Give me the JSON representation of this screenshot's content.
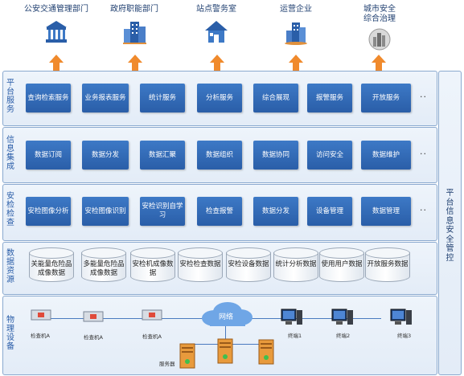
{
  "stakeholders": [
    {
      "label": "公安交通管理部门",
      "icon": "government-building-icon"
    },
    {
      "label": "政府职能部门",
      "icon": "office-buildings-icon"
    },
    {
      "label": "站点警务室",
      "icon": "house-icon"
    },
    {
      "label": "运营企业",
      "icon": "enterprise-buildings-icon"
    },
    {
      "label_line1": "城市安全",
      "label_line2": "综合治理",
      "icon": "city-globe-icon"
    }
  ],
  "governance_label": "平台信息安全管控",
  "layers": {
    "platform_services": {
      "title": "平台服务",
      "items": [
        "查询检索服务",
        "业务报表服务",
        "统计服务",
        "分析服务",
        "综合展现",
        "报警服务",
        "开放服务"
      ],
      "more": "··"
    },
    "info_integration": {
      "title": "信息集成",
      "items": [
        "数据订阅",
        "数据分发",
        "数据汇聚",
        "数据组织",
        "数据协同",
        "访问安全",
        "数据维护"
      ],
      "more": "··"
    },
    "security_check": {
      "title": "安检检查",
      "items": [
        "安检图像分析",
        "安检图像识别",
        "安检识别自学习",
        "检查报警",
        "数据分发",
        "设备管理",
        "数据管理"
      ],
      "more": "··"
    },
    "data_resources": {
      "title": "数据资源",
      "items": [
        "关能量危险品成像数据",
        "多能量危险品成像数据",
        "安检机成像数据",
        "安检检查数据",
        "安检设备数据",
        "统计分析数据",
        "使用用户数据",
        "开放服务数据"
      ]
    },
    "physical_devices": {
      "title": "物理设备",
      "network_label": "网络",
      "checkers": [
        "检查机A",
        "检查机A",
        "检查机A"
      ],
      "terminals": [
        "终端1",
        "终端2",
        "终端3"
      ],
      "server_label": "服务器"
    }
  }
}
